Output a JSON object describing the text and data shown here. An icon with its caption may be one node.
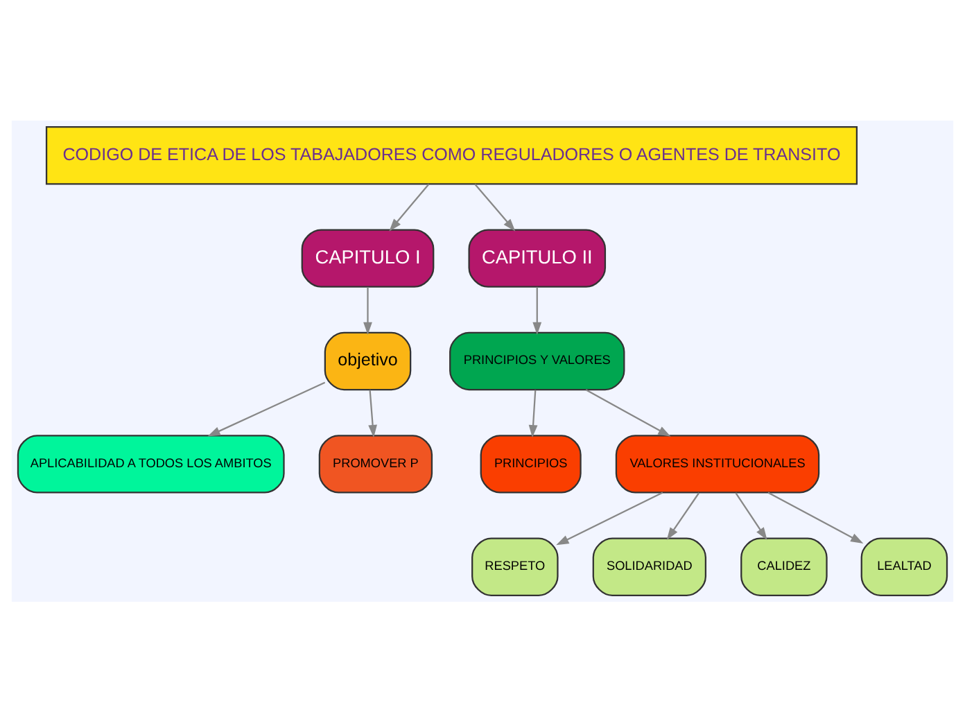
{
  "diagram": {
    "nodes": [
      {
        "text": [
          "CODIGO DE ETICA DE LOS TABAJADORES COMO REGULADORES O AGENTES DE TRANSITO"
        ]
      },
      {
        "text": [
          "CAPITULO I"
        ]
      },
      {
        "text": [
          "objetivo"
        ]
      },
      {
        "text": [
          "APLICABILIDAD A TODOS LOS AMBITOS"
        ]
      },
      {
        "text": [
          "PROMOVER P"
        ]
      },
      {
        "text": [
          "CAPITULO II"
        ]
      },
      {
        "text": [
          "PRINCIPIOS Y VALORES"
        ]
      },
      {
        "text": [
          "PRINCIPIOS"
        ]
      },
      {
        "text": [
          "VALORES INSTITUCIONALES"
        ]
      },
      {
        "text": [
          "RESPETO"
        ]
      },
      {
        "text": [
          "SOLIDARIDAD"
        ]
      },
      {
        "text": [
          "CALIDEZ"
        ]
      },
      {
        "text": [
          "LEALTAD"
        ]
      }
    ],
    "edges": [
      {
        "from": 0,
        "to": 5,
        "arrow": "to"
      },
      {
        "from": 0,
        "to": 1,
        "arrow": "to"
      },
      {
        "from": 1,
        "to": 2,
        "arrow": "to"
      },
      {
        "from": 2,
        "to": 3,
        "arrow": "to"
      },
      {
        "from": 2,
        "to": 4,
        "arrow": "to"
      },
      {
        "from": 5,
        "to": 6,
        "arrow": "to"
      },
      {
        "from": 6,
        "to": 7,
        "arrow": "to"
      },
      {
        "from": 6,
        "to": 8,
        "arrow": "to"
      },
      {
        "from": 8,
        "to": 9,
        "arrow": "to"
      },
      {
        "from": 8,
        "to": 10,
        "arrow": "to"
      },
      {
        "from": 8,
        "to": 11,
        "arrow": "to"
      },
      {
        "from": 8,
        "to": 12,
        "arrow": "to"
      }
    ]
  }
}
